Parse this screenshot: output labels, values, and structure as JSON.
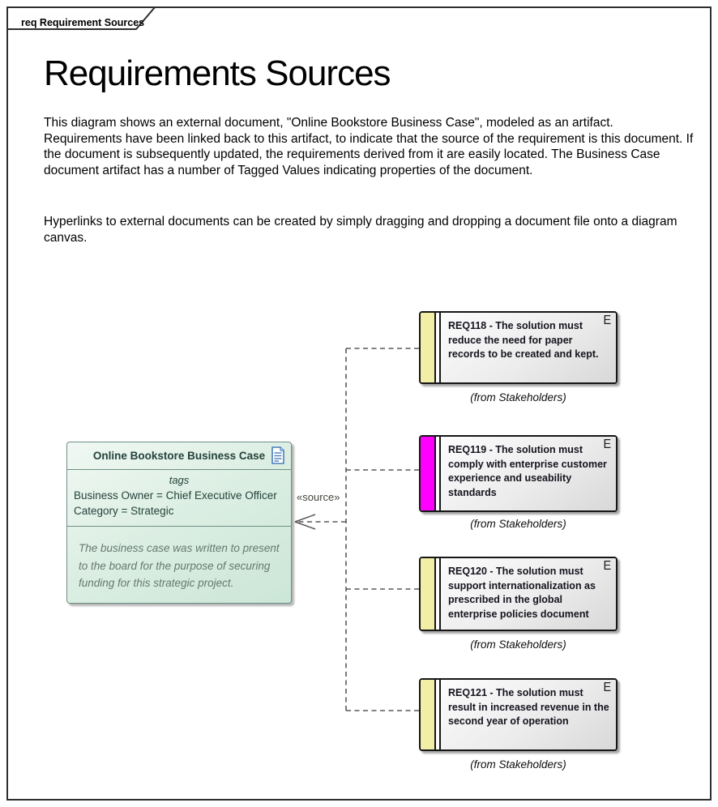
{
  "frame": {
    "tab_label": "req Requirement Sources"
  },
  "header": {
    "title": "Requirements Sources"
  },
  "description": {
    "paragraph1": "This diagram shows an external document, \"Online Bookstore Business Case\", modeled as an artifact.  Requirements have been linked back to this artifact, to indicate that the source of the requirement is this document.  If the document is subsequently updated, the requirements derived from it are easily located. The Business Case document artifact has a number of Tagged Values indicating properties of the document.",
    "paragraph2": "Hyperlinks to external documents can be created by simply dragging and dropping a document file onto a diagram canvas."
  },
  "artifact": {
    "name": "Online Bookstore Business Case",
    "icon": "document-icon",
    "tags_title": "tags",
    "tag1": "Business Owner = Chief Executive Officer",
    "tag2": "Category = Strategic",
    "note": "The business case was written to present to the board for the purpose of securing funding for this strategic project."
  },
  "connector": {
    "label": "«source»"
  },
  "requirements": [
    {
      "id": "REQ118",
      "text": "REQ118 - The solution must reduce the need for paper records to be created and kept.",
      "from_label": "(from Stakeholders)",
      "corner_letter": "E",
      "strip_style": "background:#F2EEA6"
    },
    {
      "id": "REQ119",
      "text": "REQ119 - The solution must comply with enterprise customer experience and useability standards",
      "from_label": "(from Stakeholders)",
      "corner_letter": "E",
      "strip_style": "background:#FF00FF"
    },
    {
      "id": "REQ120",
      "text": "REQ120 - The solution must support internationalization as prescribed in the global enterprise policies document",
      "from_label": "(from Stakeholders)",
      "corner_letter": "E",
      "strip_style": "background:#F2EEA6"
    },
    {
      "id": "REQ121",
      "text": "REQ121 - The solution must result in increased revenue in the second year of operation",
      "from_label": "(from Stakeholders)",
      "corner_letter": "E",
      "strip_style": "background:#F2EEA6"
    }
  ],
  "colors": {
    "req_strip_yellow": "#F2EEA6",
    "req_strip_magenta": "#FF00FF",
    "artifact_fill_light": "#F0F8F3",
    "artifact_fill_dark": "#CBE6D7",
    "artifact_border": "#6E8F86",
    "artifact_text": "#24423B",
    "connector_line": "#595959",
    "frame_border": "#2E2E2E",
    "doc_icon_blue": "#4A7EBB"
  }
}
